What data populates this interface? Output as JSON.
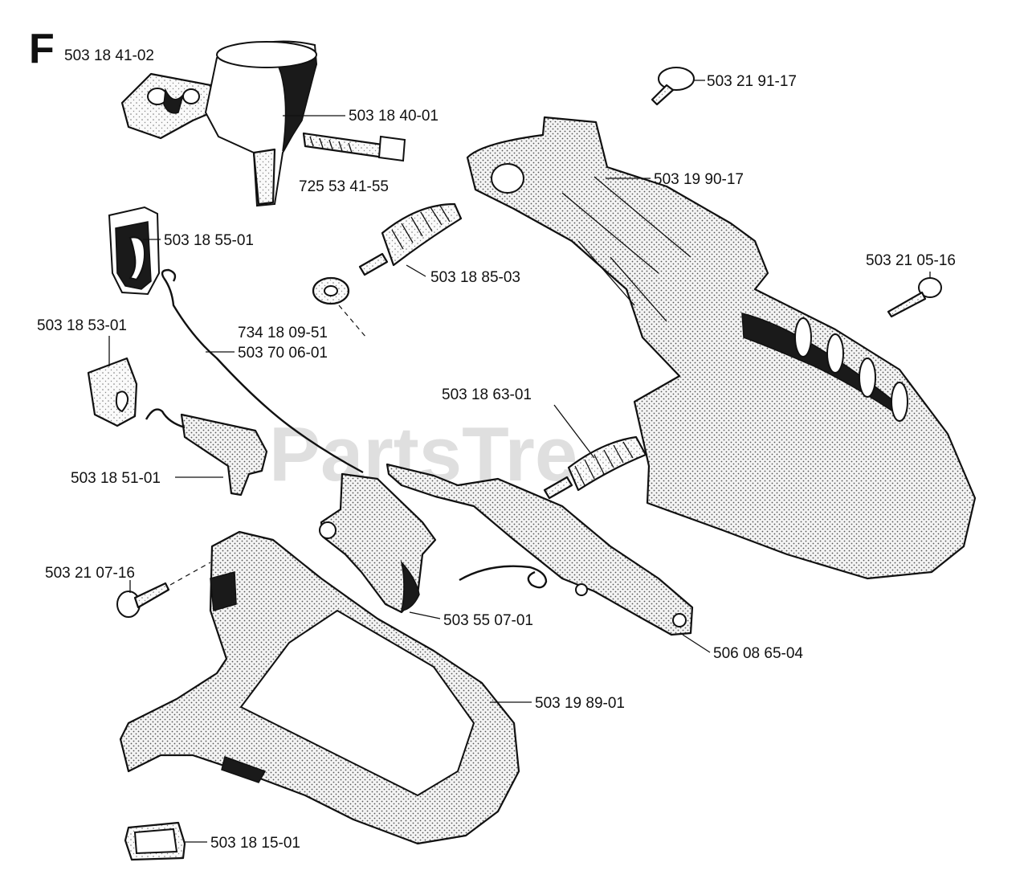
{
  "section_letter": "F",
  "watermark": "PartsTre",
  "labels": {
    "p_503184102": "503 18 41-02",
    "p_503184001": "503 18 40-01",
    "p_725534155": "725 53 41-55",
    "p_503219117": "503 21 91-17",
    "p_503199017": "503 19 90-17",
    "p_503185501": "503 18 55-01",
    "p_503188503": "503 18 85-03",
    "p_503210516": "503 21 05-16",
    "p_734180951": "734 18 09-51",
    "p_503700601": "503 70 06-01",
    "p_503185301": "503 18 53-01",
    "p_503186301": "503 18 63-01",
    "p_503185101": "503 18 51-01",
    "p_503210716": "503 21 07-16",
    "p_503550701": "503 55 07-01",
    "p_506086504": "506 08 65-04",
    "p_503198901": "503 19 89-01",
    "p_503181501": "503 18 15-01"
  }
}
